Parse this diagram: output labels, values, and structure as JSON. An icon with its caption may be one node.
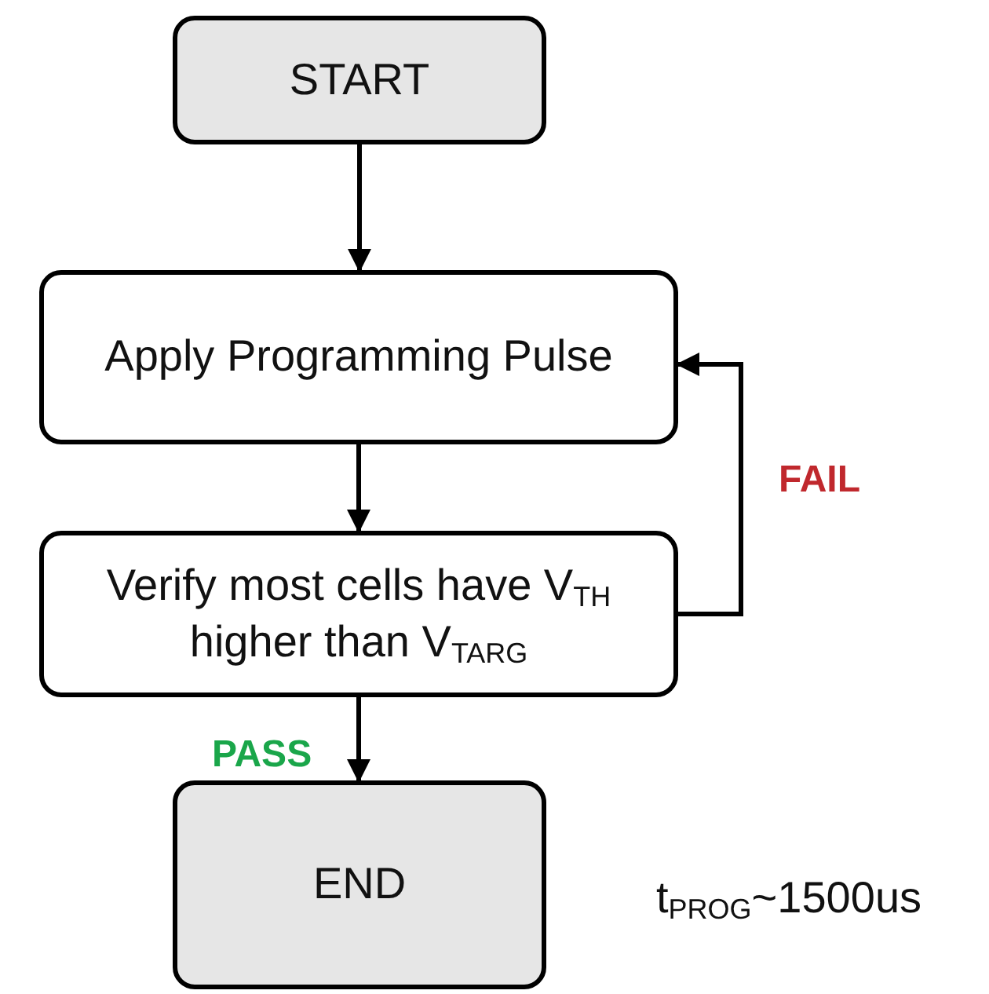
{
  "diagram": {
    "nodes": [
      {
        "text": [
          "START"
        ]
      },
      {
        "text": [
          "Apply Programming Pulse"
        ]
      },
      {
        "text": [
          "Verify most cells have V$_{TH}$ higher than V$_{TARG}$"
        ]
      },
      {
        "text": [
          "END"
        ]
      }
    ],
    "edges": [
      {
        "from": 0,
        "to": 1,
        "arrow": "to"
      },
      {
        "from": 1,
        "to": 2,
        "arrow": "to"
      },
      {
        "from": 2,
        "to": 3,
        "arrow": "to",
        "label": "PASS"
      },
      {
        "from": 2,
        "to": 1,
        "arrow": "to",
        "label": "FAIL"
      }
    ],
    "labels": [
      "t$_{PROG}$~1500us"
    ]
  }
}
